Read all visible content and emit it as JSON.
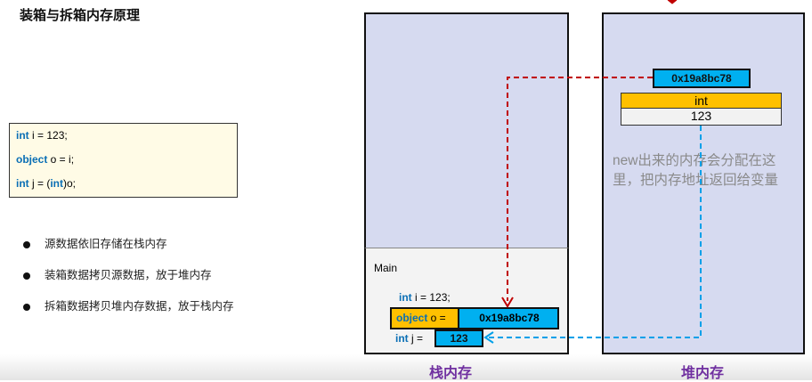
{
  "title": "装箱与拆箱内存原理",
  "code": {
    "l1_kw": "int",
    "l1_rest": " i = 123;",
    "l2_kw": "object",
    "l2_rest": " o = i;",
    "l3_kw": "int",
    "l3_mid": " j = (",
    "l3_kw2": "int",
    "l3_rest": ")o;"
  },
  "bullets": [
    "源数据依旧存储在栈内存",
    "装箱数据拷贝源数据，放于堆内存",
    "拆箱数据拷贝堆内存数据，放于栈内存"
  ],
  "stack": {
    "frame_name": "Main",
    "i_kw": "int",
    "i_rest": " i = 123;",
    "o_kw": "object",
    "o_rest": " o =",
    "o_value": "0x19a8bc78",
    "j_kw": "int",
    "j_rest": " j =",
    "j_value": "123",
    "label": "栈内存"
  },
  "heap": {
    "address": "0x19a8bc78",
    "type": "int",
    "value": "123",
    "note": "new出来的内存会分配在这里，把内存地址返回给变量",
    "label": "堆内存"
  }
}
